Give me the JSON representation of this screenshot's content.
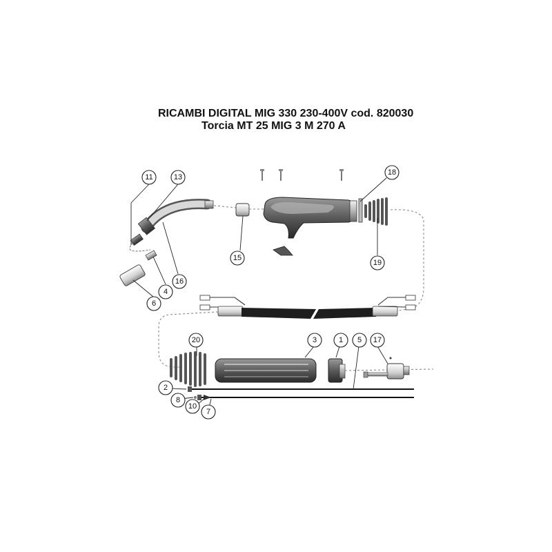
{
  "title": {
    "line1": "RICAMBI DIGITAL MIG 330 230-400V cod. 820030",
    "line2": "Torcia MT 25 MIG 3 M 270 A"
  },
  "callouts": [
    {
      "id": "c11",
      "label": "11"
    },
    {
      "id": "c13",
      "label": "13"
    },
    {
      "id": "c18",
      "label": "18"
    },
    {
      "id": "c15",
      "label": "15"
    },
    {
      "id": "c19",
      "label": "19"
    },
    {
      "id": "c16",
      "label": "16"
    },
    {
      "id": "c4",
      "label": "4"
    },
    {
      "id": "c6",
      "label": "6"
    },
    {
      "id": "c20",
      "label": "20"
    },
    {
      "id": "c3",
      "label": "3"
    },
    {
      "id": "c1",
      "label": "1"
    },
    {
      "id": "c5",
      "label": "5"
    },
    {
      "id": "c17",
      "label": "17"
    },
    {
      "id": "c2",
      "label": "2"
    },
    {
      "id": "c8",
      "label": "8"
    },
    {
      "id": "c10",
      "label": "10"
    },
    {
      "id": "c7",
      "label": "7"
    }
  ]
}
